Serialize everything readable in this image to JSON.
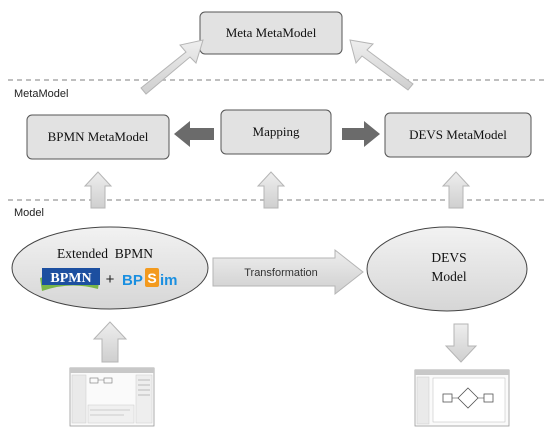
{
  "layers": {
    "metamodel": "MetaModel",
    "model": "Model"
  },
  "boxes": {
    "meta_metamodel": "Meta MetaModel",
    "bpmn_metamodel": "BPMN MetaModel",
    "mapping": "Mapping",
    "devs_metamodel": "DEVS MetaModel"
  },
  "ellipses": {
    "extended_bpmn": "Extended  BPMN",
    "devs_line1": "DEVS",
    "devs_line2": "Model"
  },
  "logos": {
    "bpmn": "BPMN",
    "plus": "+",
    "bpsim_bp": "BP",
    "bpsim_s": "S",
    "bpsim_im": "im"
  },
  "arrows": {
    "transformation": "Transformation"
  },
  "colors": {
    "box_fill": "#e2e2e2",
    "ellipse_fill": "#e6e6e6",
    "arrow_fill": "#dcdcdc",
    "dark_arrow": "#6b6b6b",
    "bpmn_blue": "#1c4fa0",
    "bpmn_green": "#7ab648",
    "bpsim_blue": "#1a8fe0",
    "bpsim_orange": "#f39a1e"
  }
}
